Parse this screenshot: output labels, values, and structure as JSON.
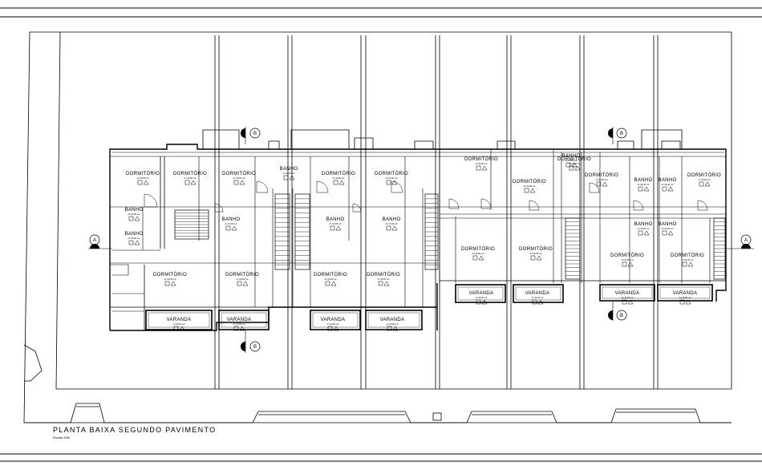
{
  "drawing": {
    "title": "PLANTA BAIXA SEGUNDO PAVIMENTO",
    "scale": "Escala 1/50"
  },
  "markers": {
    "section_a": "A",
    "section_b": "B"
  },
  "room_area_label": "A= 00.00 m2",
  "rooms": [
    {
      "label": "DORMITÓRIO"
    },
    {
      "label": "DORMITÓRIO"
    },
    {
      "label": "DORMITÓRIO"
    },
    {
      "label": "DORMITÓRIO"
    },
    {
      "label": "DORMITÓRIO"
    },
    {
      "label": "DORMITÓRIO"
    },
    {
      "label": "DORMITÓRIO"
    },
    {
      "label": "DORMITÓRIO"
    },
    {
      "label": "DORMITÓRIO"
    },
    {
      "label": "DORMITÓRIO"
    },
    {
      "label": "DORMITÓRIO"
    },
    {
      "label": "DORMITÓRIO"
    },
    {
      "label": "DORMITÓRIO"
    },
    {
      "label": "DORMITÓRIO"
    },
    {
      "label": "DORMITÓRIO"
    },
    {
      "label": "DORMITÓRIO"
    },
    {
      "label": "DORMITÓRIO"
    },
    {
      "label": "DORMITÓRIO"
    },
    {
      "label": "BANHO"
    },
    {
      "label": "BANHO"
    },
    {
      "label": "BANHO"
    },
    {
      "label": "BANHO"
    },
    {
      "label": "BANHO"
    },
    {
      "label": "BANHO"
    },
    {
      "label": "BANHO"
    },
    {
      "label": "BANHO"
    },
    {
      "label": "BANHO"
    },
    {
      "label": "BANHO"
    },
    {
      "label": "BANHO"
    },
    {
      "label": "VARANDA"
    },
    {
      "label": "VARANDA"
    },
    {
      "label": "VARANDA"
    },
    {
      "label": "VARANDA"
    },
    {
      "label": "VARANDA"
    },
    {
      "label": "VARANDA"
    },
    {
      "label": "VARANDA"
    },
    {
      "label": "VARANDA"
    }
  ]
}
